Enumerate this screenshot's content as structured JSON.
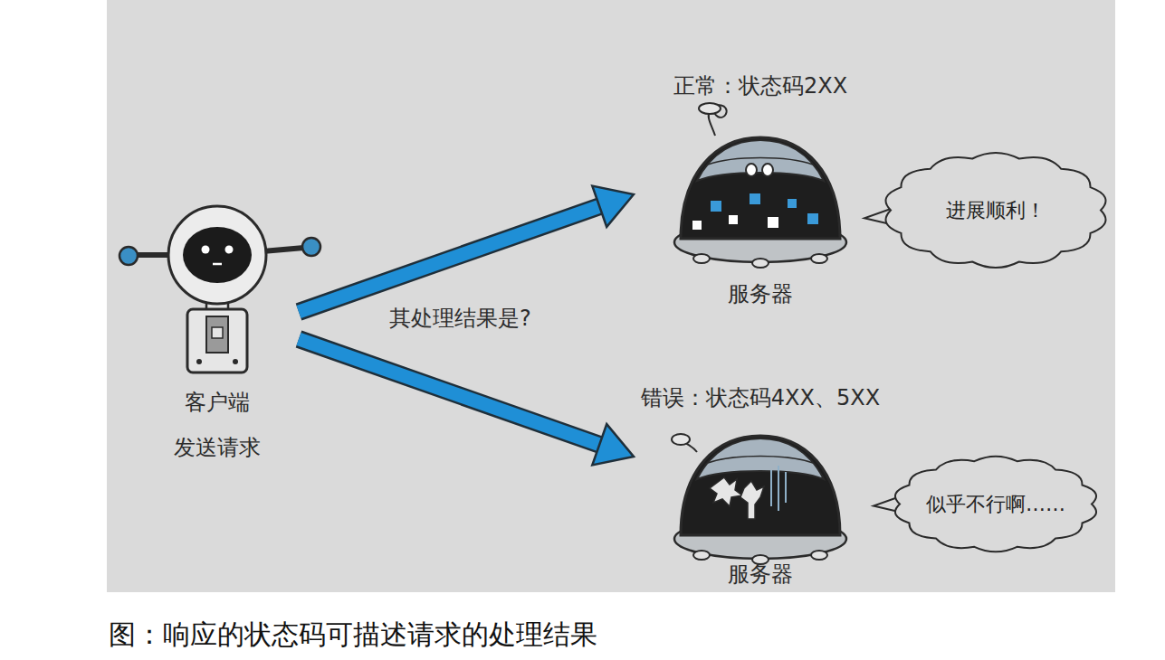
{
  "diagram": {
    "caption": "图：响应的状态码可描述请求的处理结果",
    "nodes": [
      {
        "text": [
          "客户端",
          "发送请求"
        ]
      },
      {
        "text": [
          "正常：状态码2XX",
          "服务器"
        ]
      },
      {
        "text": [
          "错误：状态码4XX、5XX",
          "服务器"
        ]
      },
      {
        "text": [
          "进展顺利！"
        ]
      },
      {
        "text": [
          "似乎不行啊……"
        ]
      }
    ],
    "edges": [
      {
        "from": 0,
        "to": 1,
        "arrow": "to"
      },
      {
        "from": 0,
        "to": 2,
        "arrow": "to"
      }
    ],
    "labels": [
      "其处理结果是?"
    ]
  }
}
